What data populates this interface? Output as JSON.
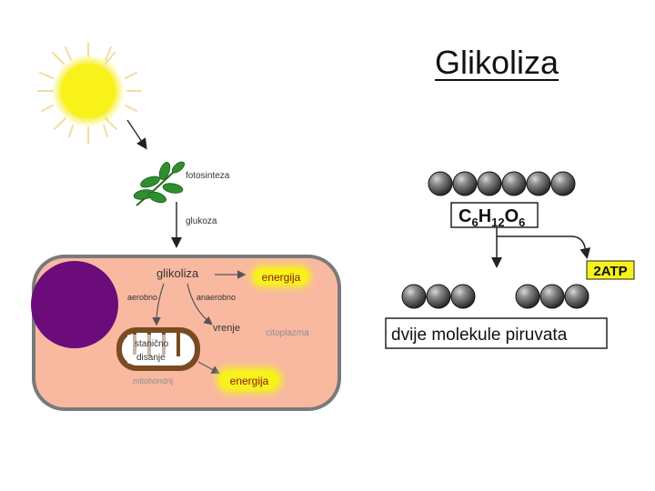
{
  "slide": {
    "title": "Glikoliza"
  },
  "cell_diagram": {
    "labels": {
      "photosynthesis": "fotosinteza",
      "glucose": "glukoza",
      "glycolysis": "glikoliza",
      "energy_top": "energija",
      "aerobic": "aerobno",
      "anaerobic": "anaerobno",
      "fermentation": "vrenje",
      "cytoplasm": "citoplazma",
      "respiration_line1": "stanično",
      "respiration_line2": "disanje",
      "mitochondrion": "mitohondrij",
      "energy_bottom": "energija"
    },
    "colors": {
      "sun": "#f6ee22",
      "cell": "#f8b9a0",
      "nucleus": "#6b0c7a",
      "mitochondrion": "#7a4a22",
      "energy_glow": "#f7f21c"
    }
  },
  "pyruvate_diagram": {
    "formula": {
      "c": "C",
      "c_sub": "6",
      "h": "H",
      "h_sub": "12",
      "o": "O",
      "o_sub": "6"
    },
    "atp_label": "2ATP",
    "result_label": "dvije molekule piruvata",
    "glucose_carbons": 6,
    "pyruvate_carbons_each": 3
  }
}
